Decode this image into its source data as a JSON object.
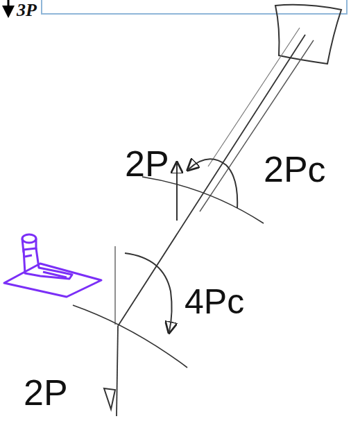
{
  "diagram": {
    "labels": [
      "3P",
      "2P",
      "2Pc",
      "4Pc",
      "2P"
    ]
  }
}
